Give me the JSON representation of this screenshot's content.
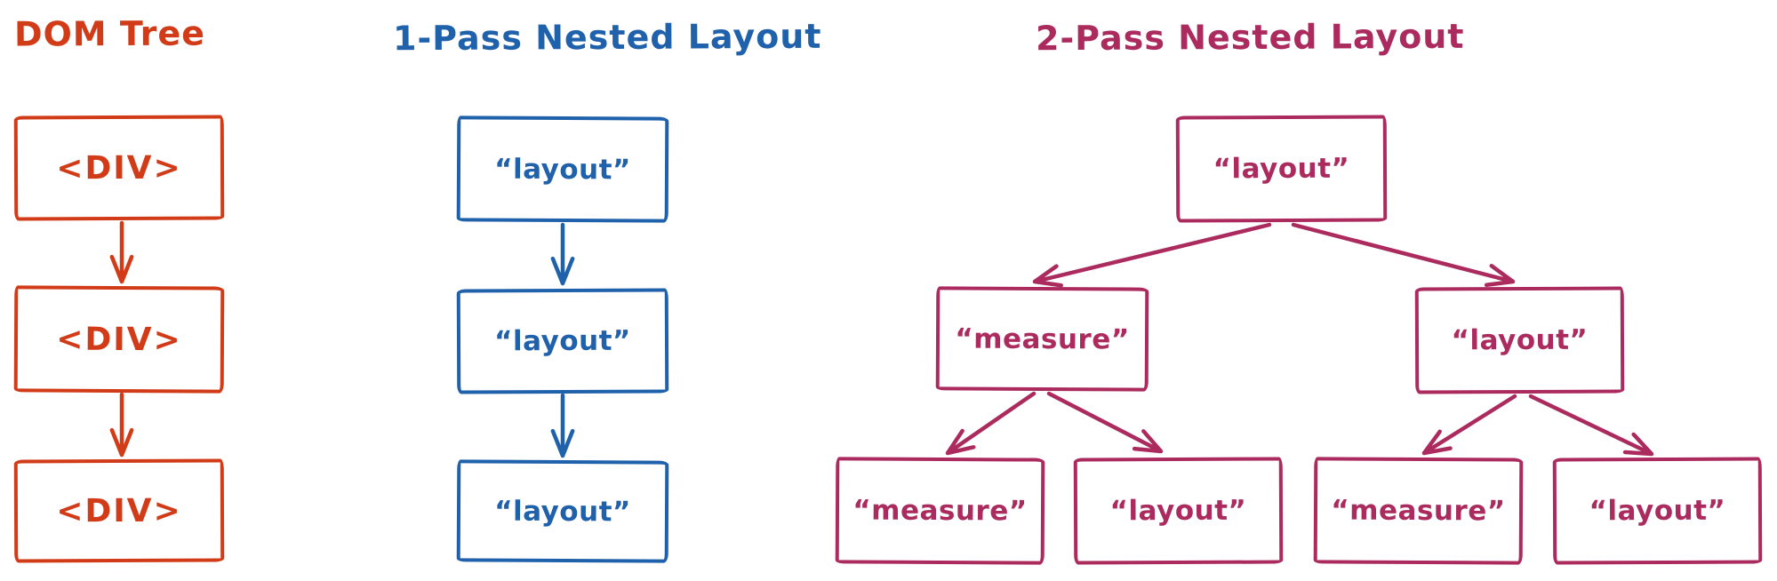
{
  "background_color": "#ffffff",
  "diagrams": {
    "dom_tree": {
      "title": "DOM Tree",
      "color": "#d23b17",
      "nodes": [
        {
          "id": "div-1",
          "label": "<DIV>"
        },
        {
          "id": "div-2",
          "label": "<DIV>"
        },
        {
          "id": "div-3",
          "label": "<DIV>"
        }
      ],
      "edges": [
        [
          "div-1",
          "div-2"
        ],
        [
          "div-2",
          "div-3"
        ]
      ]
    },
    "one_pass": {
      "title": "1-Pass Nested Layout",
      "color": "#2061ab",
      "nodes": [
        {
          "id": "layout-1",
          "label": "“layout”"
        },
        {
          "id": "layout-2",
          "label": "“layout”"
        },
        {
          "id": "layout-3",
          "label": "“layout”"
        }
      ],
      "edges": [
        [
          "layout-1",
          "layout-2"
        ],
        [
          "layout-2",
          "layout-3"
        ]
      ]
    },
    "two_pass": {
      "title": "2-Pass Nested Layout",
      "color": "#ab2b5e",
      "nodes": [
        {
          "id": "root-layout",
          "label": "“layout”"
        },
        {
          "id": "l2-measure",
          "label": "“measure”"
        },
        {
          "id": "l2-layout",
          "label": "“layout”"
        },
        {
          "id": "l3-measure-left",
          "label": "“measure”"
        },
        {
          "id": "l3-layout-left",
          "label": "“layout”"
        },
        {
          "id": "l3-measure-right",
          "label": "“measure”"
        },
        {
          "id": "l3-layout-right",
          "label": "“layout”"
        }
      ],
      "edges": [
        [
          "root-layout",
          "l2-measure"
        ],
        [
          "root-layout",
          "l2-layout"
        ],
        [
          "l2-measure",
          "l3-measure-left"
        ],
        [
          "l2-measure",
          "l3-layout-left"
        ],
        [
          "l2-layout",
          "l3-measure-right"
        ],
        [
          "l2-layout",
          "l3-layout-right"
        ]
      ]
    }
  }
}
